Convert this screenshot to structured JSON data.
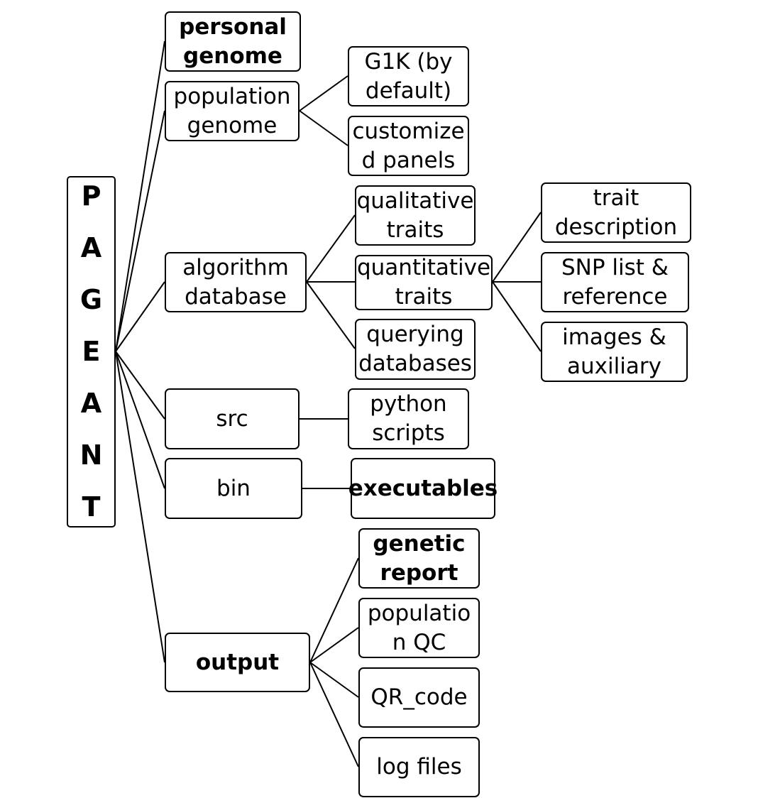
{
  "root": {
    "letters": [
      "P",
      "A",
      "G",
      "E",
      "A",
      "N",
      "T"
    ]
  },
  "level1": {
    "personal_genome": "personal\ngenome",
    "population_genome": "population\ngenome",
    "algorithm_database": "algorithm\ndatabase",
    "src": "src",
    "bin": "bin",
    "output": "output"
  },
  "population_children": {
    "g1k": "G1K (by\ndefault)",
    "customized_panels": "customize\nd panels"
  },
  "algorithm_children": {
    "qualitative_traits": "qualitative\ntraits",
    "quantitative_traits": "quantitative\ntraits",
    "querying_databases": "querying\ndatabases"
  },
  "quantitative_children": {
    "trait_description": "trait\ndescription",
    "snp_list": "SNP list &\nreference",
    "images_auxiliary": "images &\nauxiliary"
  },
  "src_children": {
    "python_scripts": "python\nscripts"
  },
  "bin_children": {
    "executables": "executables"
  },
  "output_children": {
    "genetic_report": "genetic\nreport",
    "population_qc": "populatio\nn QC",
    "qr_code": "QR_code",
    "log_files": "log files"
  }
}
